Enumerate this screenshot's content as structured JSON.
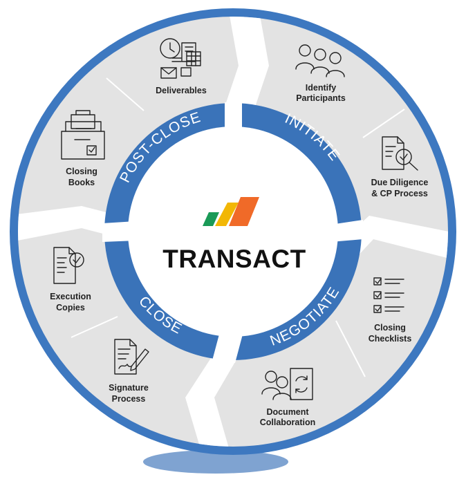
{
  "brand": {
    "name": "TRANSACT",
    "logo_colors": [
      "#1a9a57",
      "#f2b705",
      "#f06a28"
    ]
  },
  "colors": {
    "ring_blue": "#3d78c0",
    "inner_blue": "#3a73b9",
    "segment_gray": "#e3e3e3",
    "center_white": "#ffffff",
    "shadow_blue": "#7fa3d1"
  },
  "phases": [
    {
      "key": "post-close",
      "label": "POST-CLOSE"
    },
    {
      "key": "initiate",
      "label": "INITIATE"
    },
    {
      "key": "negotiate",
      "label": "NEGOTIATE"
    },
    {
      "key": "close",
      "label": "CLOSE"
    }
  ],
  "items": [
    {
      "key": "deliverables",
      "lines": [
        "Deliverables"
      ],
      "icon": "deliverables-icon"
    },
    {
      "key": "identify-participants",
      "lines": [
        "Identify",
        "Participants"
      ],
      "icon": "participants-icon"
    },
    {
      "key": "due-diligence",
      "lines": [
        "Due Diligence",
        "& CP Process"
      ],
      "icon": "document-search-icon"
    },
    {
      "key": "closing-checklists",
      "lines": [
        "Closing",
        "Checklists"
      ],
      "icon": "checklist-icon"
    },
    {
      "key": "document-collaboration",
      "lines": [
        "Document",
        "Collaboration"
      ],
      "icon": "collaboration-icon"
    },
    {
      "key": "signature-process",
      "lines": [
        "Signature",
        "Process"
      ],
      "icon": "signature-icon"
    },
    {
      "key": "execution-copies",
      "lines": [
        "Execution",
        "Copies"
      ],
      "icon": "approved-document-icon"
    },
    {
      "key": "closing-books",
      "lines": [
        "Closing",
        "Books"
      ],
      "icon": "binder-icon"
    }
  ]
}
